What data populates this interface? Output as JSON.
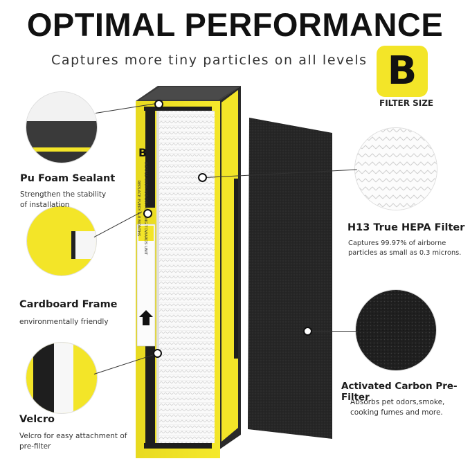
{
  "header": {
    "title": "OPTIMAL PERFORMANCE",
    "subtitle": "Captures more tiny particles on all levels"
  },
  "badge": {
    "letter": "B",
    "caption": "FILTER SIZE"
  },
  "features": {
    "foam": {
      "title": "Pu Foam Sealant",
      "desc_line1": "Strengthen the stability",
      "desc_line2": "of installation"
    },
    "frame": {
      "title": "Cardboard Frame",
      "desc_line1": "environmentally friendly"
    },
    "velcro": {
      "title": "Velcro",
      "desc_line1": "Velcro for easy attachment of",
      "desc_line2": "pre-filter"
    },
    "hepa": {
      "title": "H13 True HEPA Filter",
      "desc_line1": "Captures 99.97% of airborne",
      "desc_line2": "particles as small as 0.3 microns."
    },
    "carbon": {
      "title": "Activated Carbon Pre-Filter",
      "desc_line1": "Absorbs pet odors,smoke,",
      "desc_line2": "cooking fumes and more."
    }
  },
  "label_sticker": {
    "letter": "B",
    "line1": "INSTALL WITH ARROW POINTING TOWARDS UNIT",
    "line2": "REPLACE EVERY 6-8 MONTHS"
  },
  "colors": {
    "yellow": "#f3e528",
    "frame_dark": "#1e1e1e",
    "carbon": "#262626"
  }
}
